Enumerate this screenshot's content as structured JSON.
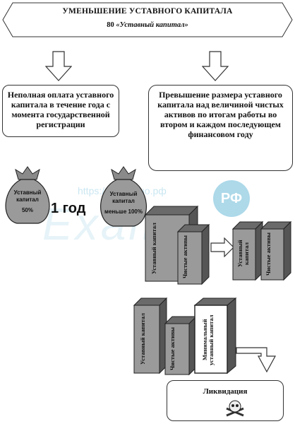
{
  "header": {
    "title": "УМЕНЬШЕНИЕ УСТАВНОГО КАПИТАЛА",
    "account_number": "80",
    "account_name": "«Уставный капитал»"
  },
  "left_box": {
    "text": "Неполная оплата уставного капитала в течение года с момента государственной регистрации"
  },
  "right_box": {
    "text": "Превышение размера уставного капитала над величиной чистых активов по итогам работы во втором и каждом последующем финансовом году"
  },
  "bags": {
    "bag1_label": "Уставный капитал",
    "bag1_value": "50%",
    "period": "1 год",
    "bag2_label": "Уставный капитал",
    "bag2_value": "меньше 100%"
  },
  "blocks": {
    "charter_capital": "Уставный капитал",
    "net_assets": "Чистые активы",
    "min_capital": "Минимальный уставный капитал"
  },
  "liquidation": "Ликвидация",
  "watermark": {
    "url": "https://экзамено.рф",
    "badge": "РФ",
    "brand": "Exam"
  }
}
